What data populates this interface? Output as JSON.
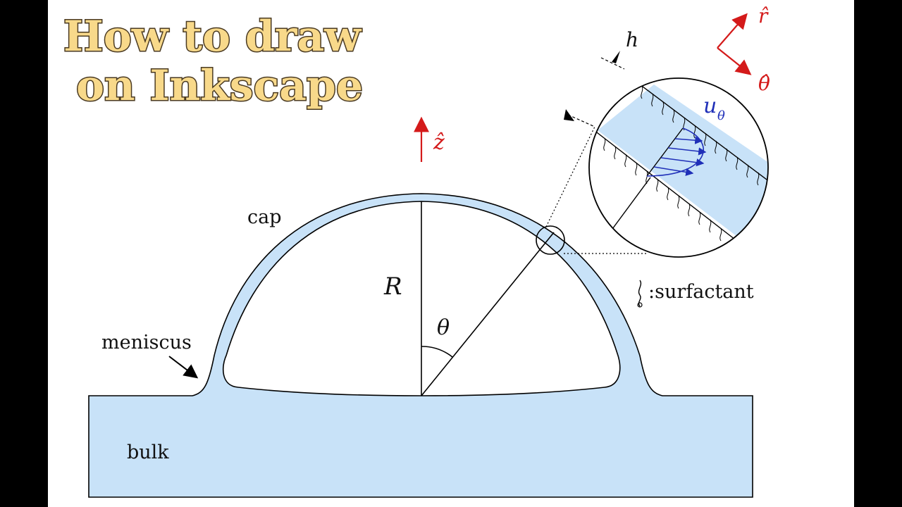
{
  "title": {
    "line1": "How to draw",
    "line2": "on Inkscape"
  },
  "labels": {
    "cap": "cap",
    "meniscus": "meniscus",
    "bulk": "bulk",
    "surfactant": ":surfactant",
    "R": "R",
    "theta": "θ",
    "h": "h",
    "u": "u",
    "u_sub": "θ",
    "z_hat": "ẑ",
    "r_hat": "r̂",
    "theta_hat": "θ̂"
  },
  "colors": {
    "fluid": "#c8e2f8",
    "outline": "#000000",
    "axis_red": "#d41a1a",
    "velocity_blue": "#1f2fb8",
    "title_fill": "#f8d98a",
    "title_stroke": "#4a3a22"
  }
}
